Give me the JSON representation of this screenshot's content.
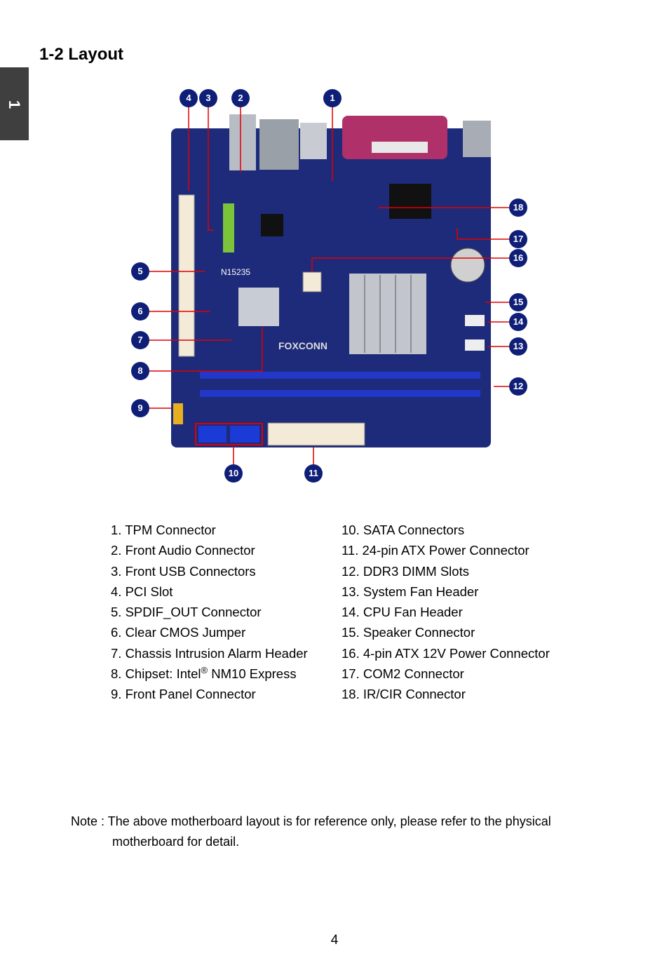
{
  "side_tab": {
    "label": "1"
  },
  "title": "1-2 Layout",
  "board": {
    "brand_text": "FOXCONN",
    "chip_text": "N15235",
    "pcb_color": "#1e2a7a",
    "callout_color": "#0f1f78",
    "leader_color": "#e00000",
    "callouts": [
      "1",
      "2",
      "3",
      "4",
      "5",
      "6",
      "7",
      "8",
      "9",
      "10",
      "11",
      "12",
      "13",
      "14",
      "15",
      "16",
      "17",
      "18"
    ]
  },
  "legend_left": [
    {
      "text": "1. TPM Connector"
    },
    {
      "text": "2. Front Audio Connector"
    },
    {
      "text": "3. Front USB Connectors"
    },
    {
      "text": "4. PCI Slot"
    },
    {
      "text": "5. SPDIF_OUT Connector"
    },
    {
      "text": "6. Clear CMOS Jumper"
    },
    {
      "text": "7. Chassis Intrusion Alarm Header"
    },
    {
      "text_before": "8. Chipset: Intel",
      "sup": "®",
      "text_after": " NM10 Express"
    },
    {
      "text": "9. Front Panel Connector"
    }
  ],
  "legend_right": [
    {
      "text": "10. SATA Connectors"
    },
    {
      "text": "11. 24-pin ATX Power Connector"
    },
    {
      "text": "12. DDR3 DIMM Slots"
    },
    {
      "text": "13. System Fan Header"
    },
    {
      "text": "14. CPU Fan Header"
    },
    {
      "text": "15. Speaker Connector"
    },
    {
      "text": "16. 4-pin ATX 12V Power Connector"
    },
    {
      "text": "17. COM2 Connector"
    },
    {
      "text": "18. IR/CIR Connector"
    }
  ],
  "note": {
    "line1": "Note : The above motherboard layout is for reference only, please refer to the physical",
    "line2": "motherboard for detail."
  },
  "page_number": "4"
}
